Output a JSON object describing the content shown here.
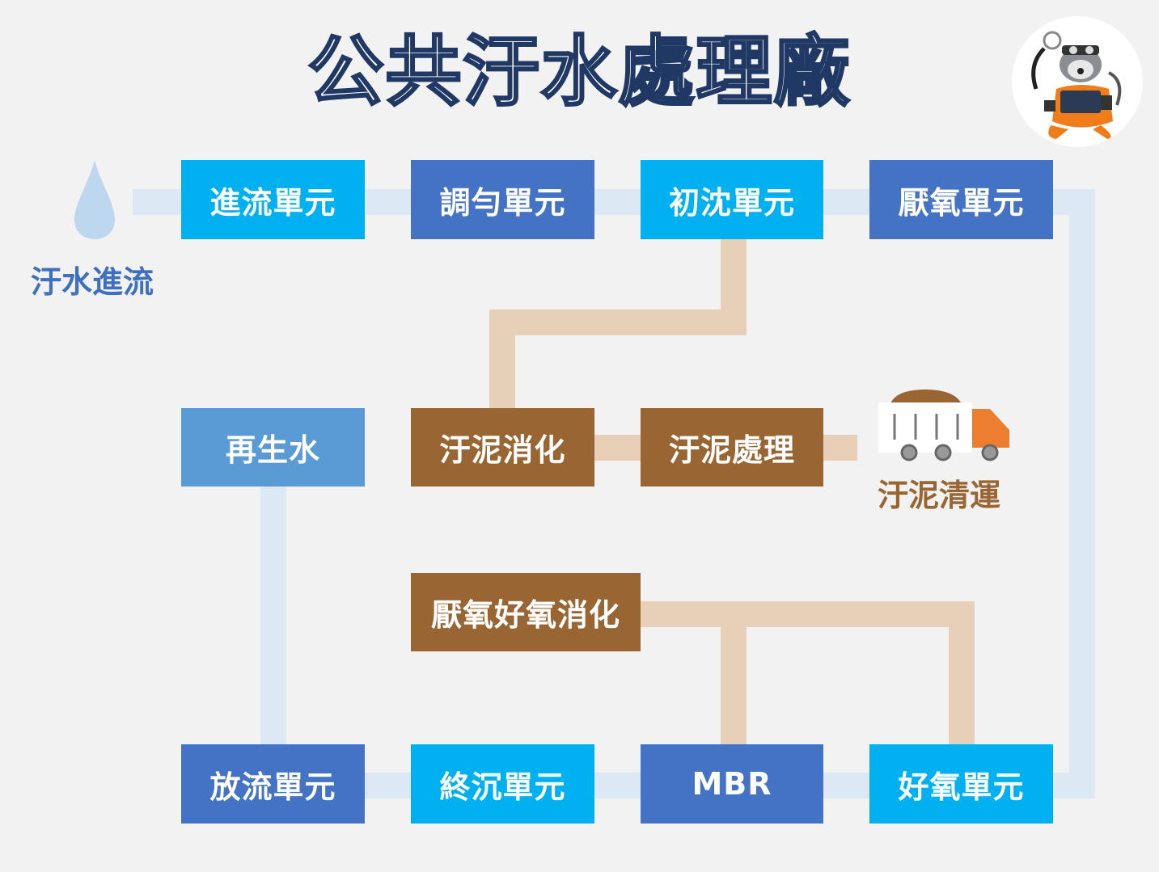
{
  "title": "公共汙水處理廠",
  "inflow": {
    "label": "汙水進流",
    "icon": "water-drop-icon"
  },
  "sludge_haul": {
    "label": "汙泥清運",
    "icon": "truck-icon"
  },
  "mascot": {
    "icon": "raccoon-mascot-icon"
  },
  "units": {
    "inflow_unit": "進流單元",
    "equalization_unit": "調勻單元",
    "primary_settling_unit": "初沈單元",
    "anaerobic_unit": "厭氧單元",
    "reclaimed_water": "再生水",
    "sludge_digestion": "汙泥消化",
    "sludge_treatment": "汙泥處理",
    "anaerobic_aerobic_digestion": "厭氧好氧消化",
    "discharge_unit": "放流單元",
    "final_settling_unit": "終沉單元",
    "mbr": "MBR",
    "aerobic_unit": "好氧單元"
  },
  "colors": {
    "background": "#f2f2f2",
    "cyan_box": "#00b0f0",
    "blue_box": "#4472c4",
    "light_blue_box": "#5b9bd5",
    "brown_box": "#996633",
    "water_pipe": "#dce8f4",
    "sludge_pipe": "#e7cfb8",
    "title_outline": "#1f3864"
  }
}
